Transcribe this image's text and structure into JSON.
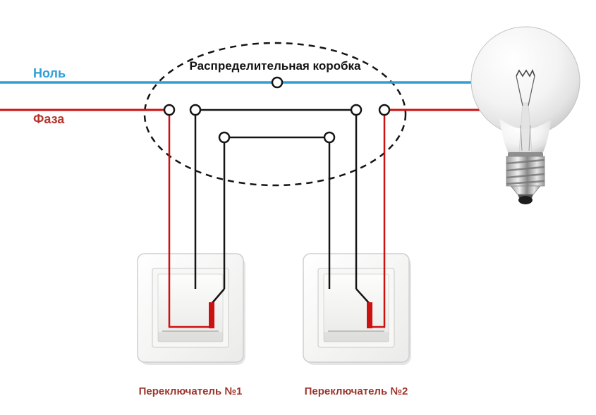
{
  "title": "Распределительная коробка",
  "labels": {
    "neutral": "Ноль",
    "phase": "Фаза",
    "switch1_caption": "Переключатель №1",
    "switch2_caption": "Переключатель №2"
  },
  "colors": {
    "background": "#ffffff",
    "neutral_line": "#2f9fd6",
    "phase_line": "#cc1111",
    "wire": "#151515",
    "neutral_label": "#2f9fd6",
    "phase_label": "#b4352c",
    "caption": "#9d342c"
  },
  "icons": {
    "lamp": "incandescent-bulb",
    "switch1": "wall-switch",
    "switch2": "wall-switch",
    "junction_box": "dashed-ellipse-junction-box"
  }
}
